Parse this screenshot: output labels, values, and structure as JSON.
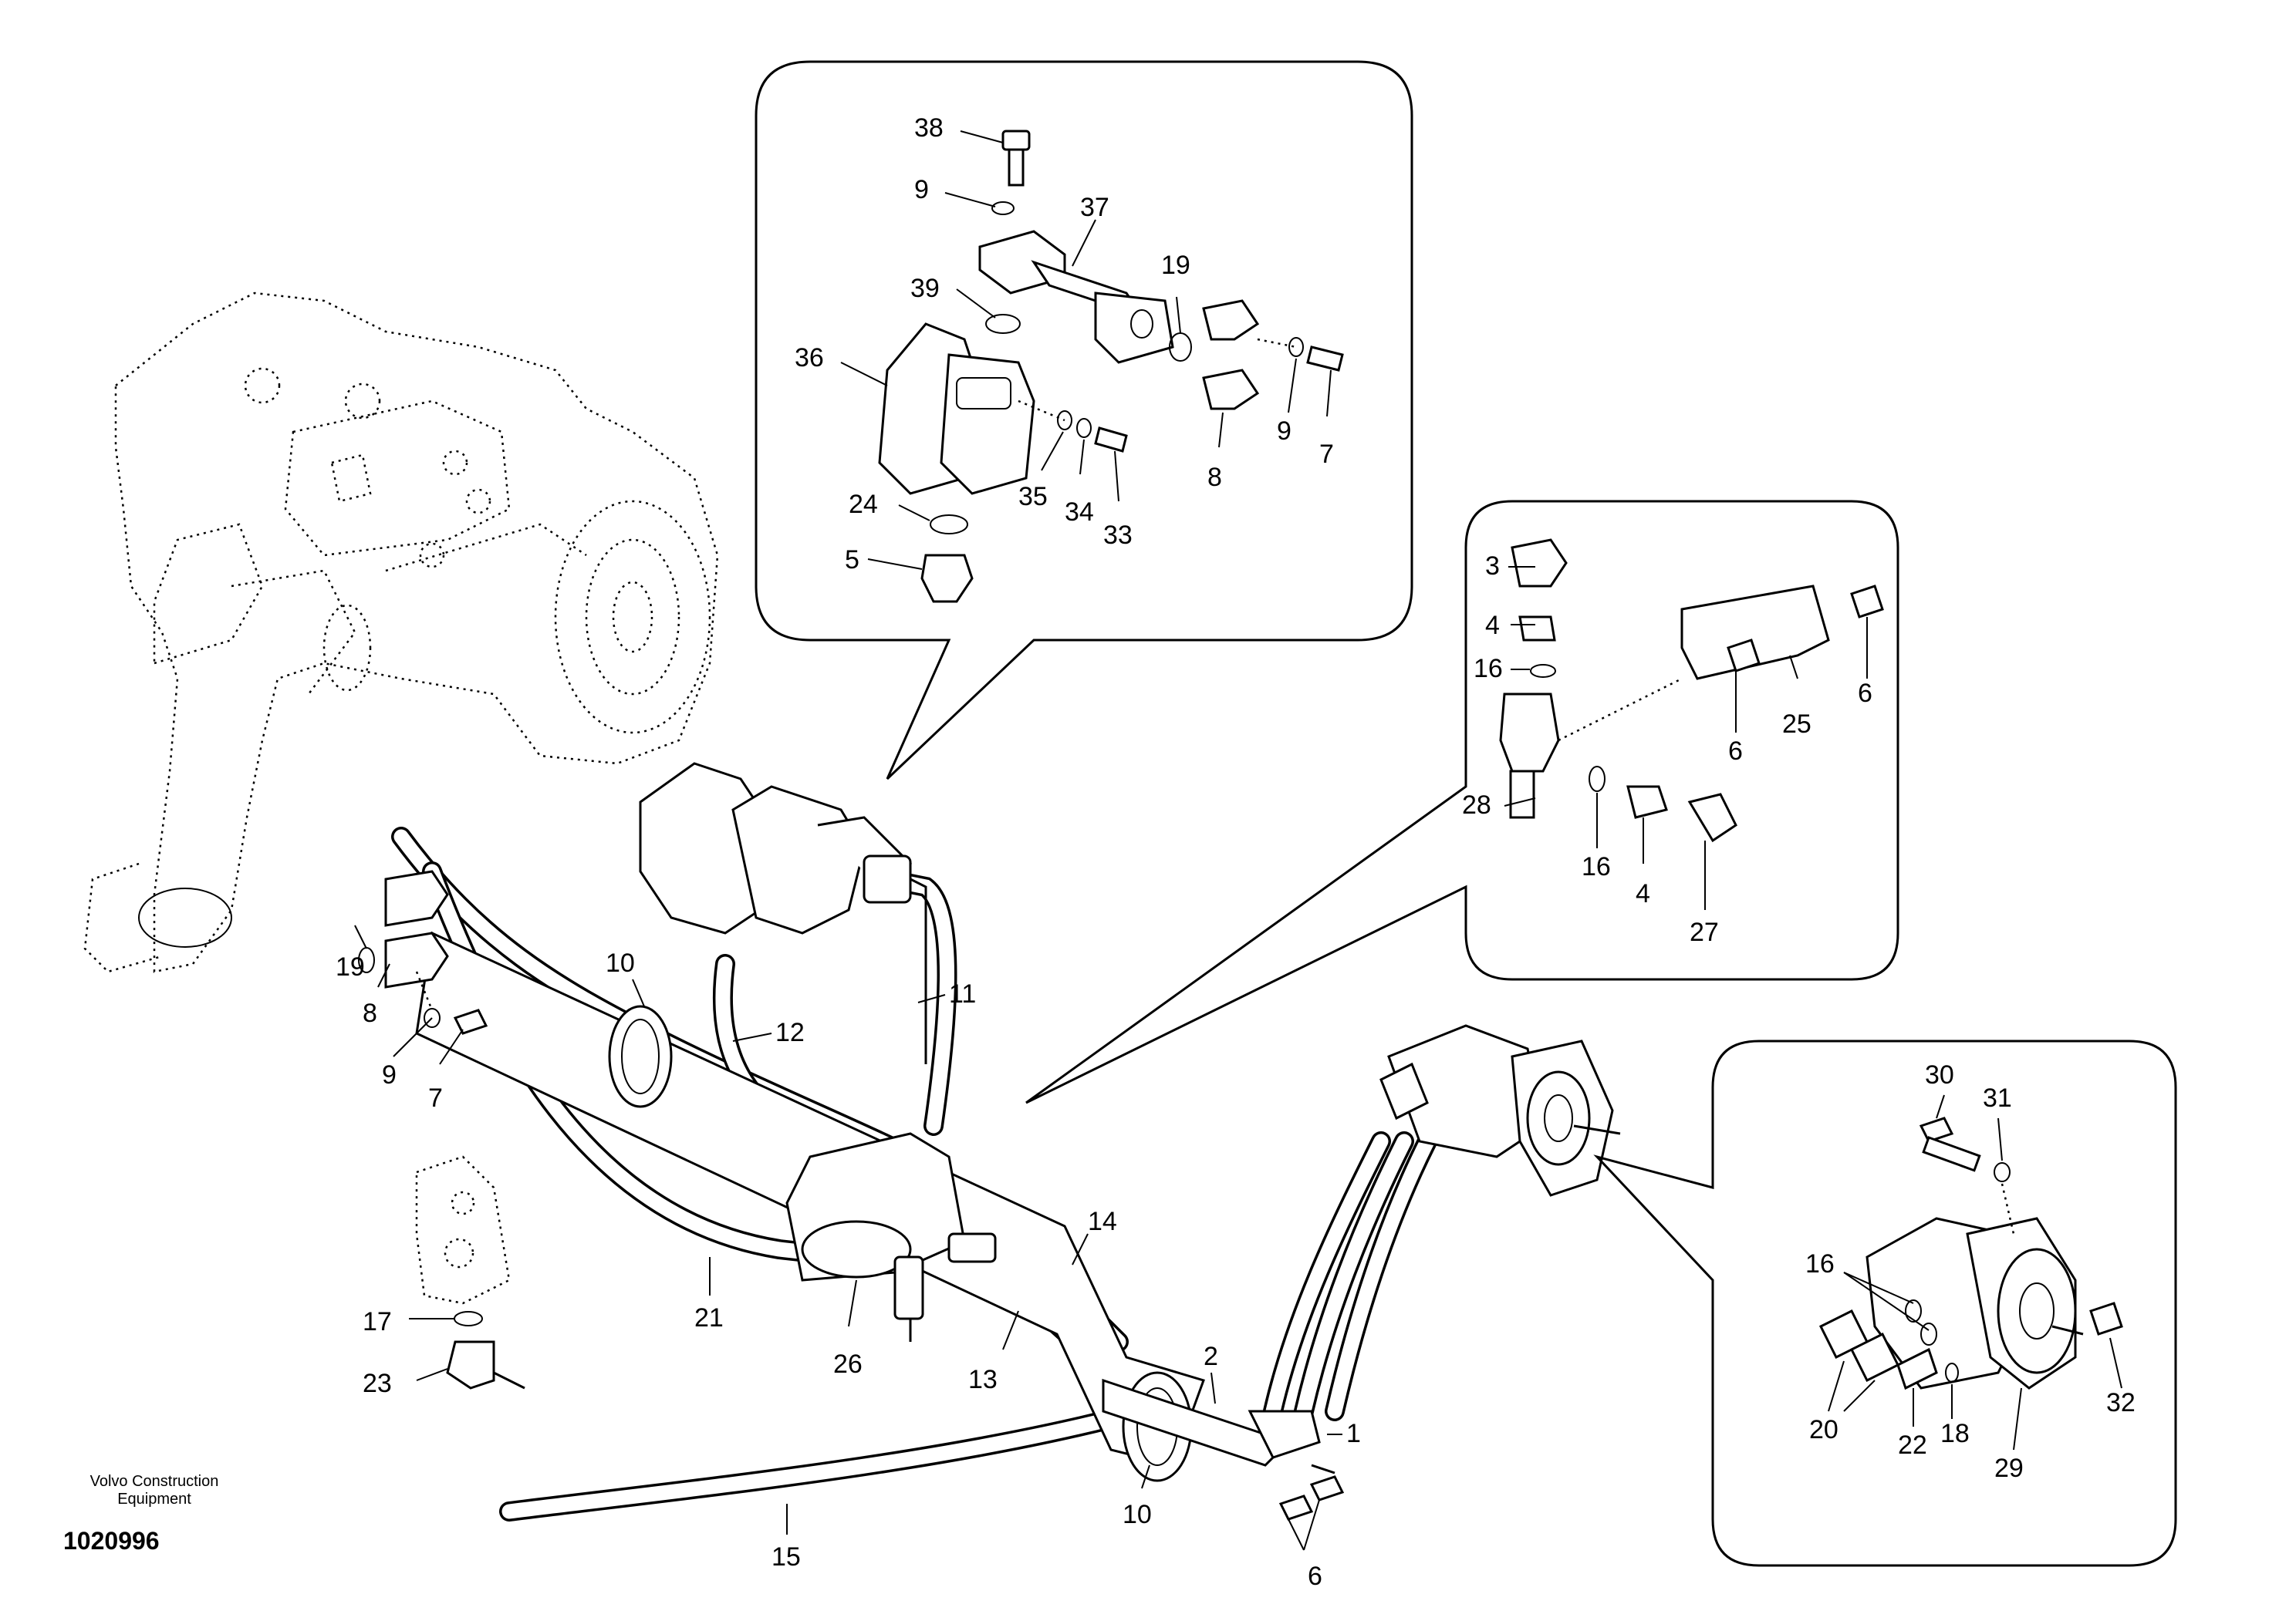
{
  "brand_line1": "Volvo Construction",
  "brand_line2": "Equipment",
  "drawing_number": "1020996",
  "inset_top": {
    "labels": [
      "38",
      "9",
      "37",
      "39",
      "19",
      "36",
      "9",
      "7",
      "35",
      "34",
      "33",
      "8",
      "24",
      "5"
    ]
  },
  "inset_valve": {
    "labels": [
      "3",
      "4",
      "16",
      "25",
      "6",
      "6",
      "28",
      "16",
      "4",
      "27"
    ]
  },
  "inset_motor": {
    "labels": [
      "30",
      "31",
      "16",
      "32",
      "20",
      "22",
      "18",
      "29"
    ]
  },
  "main": {
    "labels": [
      "10",
      "11",
      "12",
      "19",
      "8",
      "9",
      "7",
      "14",
      "21",
      "26",
      "13",
      "17",
      "23",
      "2",
      "1",
      "15",
      "10",
      "6"
    ]
  }
}
